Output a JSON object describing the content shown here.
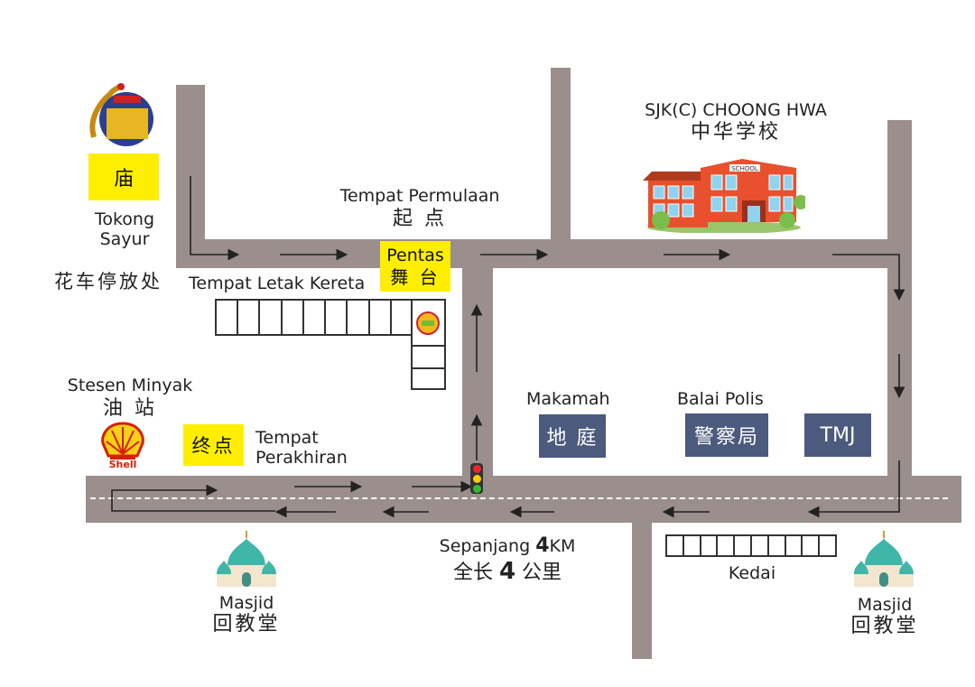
{
  "labels": {
    "temple_cn": "庙",
    "temple_line1": "Tokong",
    "temple_line2": "Sayur",
    "start_en": "Tempat Permulaan",
    "start_cn": "起 点",
    "stage_en": "Pentas",
    "stage_cn": "舞 台",
    "parking_cn": "花车停放处",
    "parking_en": "Tempat Letak Kereta",
    "school_en": "SJK(C) CHOONG HWA",
    "school_cn": "中华学校",
    "school_sign": "SCHOOL",
    "petrol_en": "Stesen Minyak",
    "petrol_cn": "油 站",
    "shell": "Shell",
    "end_cn": "终点",
    "end_line1": "Tempat",
    "end_line2": "Perakhiran",
    "court_en": "Makamah",
    "court_cn": "地 庭",
    "police_en": "Balai Polis",
    "police_cn": "警察局",
    "tmj": "TMJ",
    "distance_en_prefix": "Sepanjang ",
    "distance_num": "4",
    "distance_en_suffix": "KM",
    "distance_cn_prefix": "全长 ",
    "distance_cn_suffix": " 公里",
    "shops": "Kedai",
    "mosque1_en": "Masjid",
    "mosque1_cn": "回教堂",
    "mosque2_en": "Masjid",
    "mosque2_cn": "回教堂"
  },
  "colors": {
    "road": "#9a8f8d",
    "highlight": "#ffee00",
    "building_box": "#4b5a7d",
    "mosque_dome": "#3fb6a8",
    "school_wall": "#e8502e"
  },
  "icons": [
    "temple-icon",
    "school-icon",
    "shell-logo-icon",
    "mosque-icon",
    "traffic-light-icon",
    "stage-logo-icon",
    "route-arrow-icon"
  ]
}
